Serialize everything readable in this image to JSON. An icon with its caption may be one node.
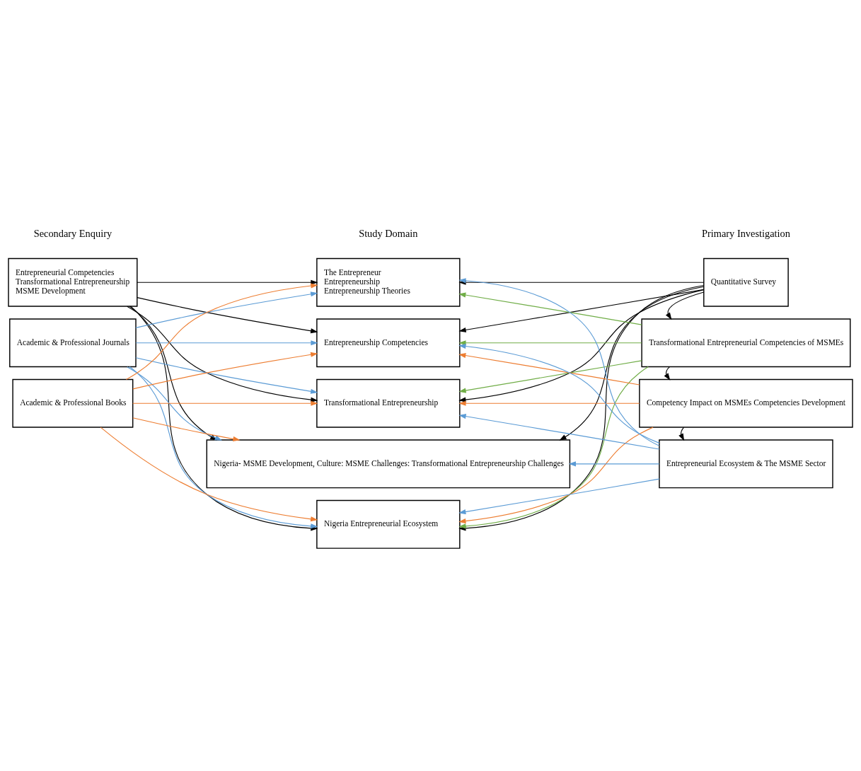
{
  "diagram": {
    "nodes": [
      {
        "text": [
          "Entrepreneurial Competencies",
          "Transformational Entrepreneurship",
          "MSME Development"
        ]
      },
      {
        "text": [
          "Academic & Professional Journals"
        ]
      },
      {
        "text": [
          "Academic & Professional Books"
        ]
      },
      {
        "text": [
          "The Entrepreneur",
          "Entrepreneurship",
          "Entrepreneurship Theories"
        ]
      },
      {
        "text": [
          "Entrepreneurship Competencies"
        ]
      },
      {
        "text": [
          "Transformational Entrepreneurship"
        ]
      },
      {
        "text": [
          "Nigeria- MSME Development, Culture: MSME Challenges: Transformational Entrepreneurship Challenges"
        ]
      },
      {
        "text": [
          "Nigeria Entrepreneurial Ecosystem"
        ]
      },
      {
        "text": [
          "Quantitative Survey"
        ]
      },
      {
        "text": [
          "Transformational Entrepreneurial Competencies of MSMEs"
        ]
      },
      {
        "text": [
          "Competency Impact on MSMEs Competencies Development"
        ]
      },
      {
        "text": [
          "Entrepreneurial Ecosystem & The MSME Sector"
        ]
      }
    ],
    "edges": [
      {
        "from": 0,
        "to": 3,
        "arrow": "to"
      },
      {
        "from": 0,
        "to": 4,
        "arrow": "to"
      },
      {
        "from": 0,
        "to": 5,
        "arrow": "to"
      },
      {
        "from": 0,
        "to": 6,
        "arrow": "to"
      },
      {
        "from": 0,
        "to": 7,
        "arrow": "to"
      },
      {
        "from": 1,
        "to": 3,
        "arrow": "to",
        "color": "#5b9bd5"
      },
      {
        "from": 1,
        "to": 4,
        "arrow": "to",
        "color": "#5b9bd5"
      },
      {
        "from": 1,
        "to": 5,
        "arrow": "to",
        "color": "#5b9bd5"
      },
      {
        "from": 1,
        "to": 6,
        "arrow": "to",
        "color": "#5b9bd5"
      },
      {
        "from": 1,
        "to": 7,
        "arrow": "to",
        "color": "#5b9bd5"
      },
      {
        "from": 2,
        "to": 3,
        "arrow": "to",
        "color": "#ed7d31"
      },
      {
        "from": 2,
        "to": 4,
        "arrow": "to",
        "color": "#ed7d31"
      },
      {
        "from": 2,
        "to": 5,
        "arrow": "to",
        "color": "#ed7d31"
      },
      {
        "from": 2,
        "to": 6,
        "arrow": "to",
        "color": "#ed7d31"
      },
      {
        "from": 2,
        "to": 7,
        "arrow": "to",
        "color": "#ed7d31"
      },
      {
        "from": 8,
        "to": 3,
        "arrow": "to"
      },
      {
        "from": 8,
        "to": 4,
        "arrow": "to"
      },
      {
        "from": 8,
        "to": 5,
        "arrow": "to"
      },
      {
        "from": 8,
        "to": 6,
        "arrow": "to"
      },
      {
        "from": 8,
        "to": 7,
        "arrow": "to"
      },
      {
        "from": 9,
        "to": 3,
        "arrow": "to",
        "color": "#70ad47"
      },
      {
        "from": 9,
        "to": 4,
        "arrow": "to",
        "color": "#70ad47"
      },
      {
        "from": 9,
        "to": 5,
        "arrow": "to",
        "color": "#70ad47"
      },
      {
        "from": 9,
        "to": 7,
        "arrow": "to",
        "color": "#70ad47"
      },
      {
        "from": 10,
        "to": 4,
        "arrow": "to",
        "color": "#ed7d31"
      },
      {
        "from": 10,
        "to": 5,
        "arrow": "to",
        "color": "#ed7d31"
      },
      {
        "from": 10,
        "to": 7,
        "arrow": "to",
        "color": "#ed7d31"
      },
      {
        "from": 11,
        "to": 3,
        "arrow": "to",
        "color": "#5b9bd5"
      },
      {
        "from": 11,
        "to": 4,
        "arrow": "to",
        "color": "#5b9bd5"
      },
      {
        "from": 11,
        "to": 5,
        "arrow": "to",
        "color": "#5b9bd5"
      },
      {
        "from": 11,
        "to": 6,
        "arrow": "to",
        "color": "#5b9bd5"
      },
      {
        "from": 11,
        "to": 7,
        "arrow": "to",
        "color": "#5b9bd5"
      },
      {
        "from": 8,
        "to": 9,
        "arrow": "to"
      },
      {
        "from": 9,
        "to": 10,
        "arrow": "to"
      },
      {
        "from": 10,
        "to": 11,
        "arrow": "to"
      }
    ],
    "labels": [
      "Secondary Enquiry",
      "Study Domain",
      "Primary Investigation"
    ]
  }
}
